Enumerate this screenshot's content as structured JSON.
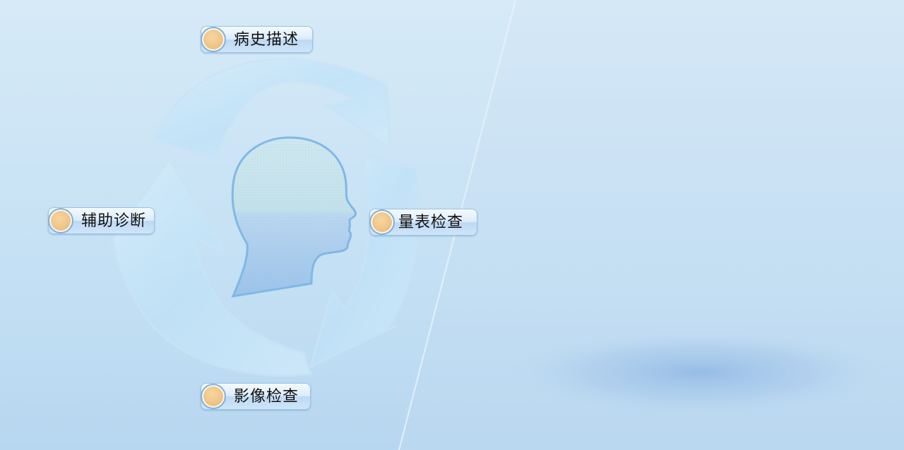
{
  "menu": {
    "items": [
      {
        "key": "history",
        "label": "病史描述"
      },
      {
        "key": "scale",
        "label": "量表检查"
      },
      {
        "key": "imaging",
        "label": "影像检查"
      },
      {
        "key": "diagnosis",
        "label": "辅助诊断"
      }
    ]
  },
  "colors": {
    "background": "#c6e1f4",
    "arrow": "#bfe1f7",
    "head_outline": "#7fb8e6",
    "orb": "#eec486",
    "button_border": "#9cc3e4"
  }
}
